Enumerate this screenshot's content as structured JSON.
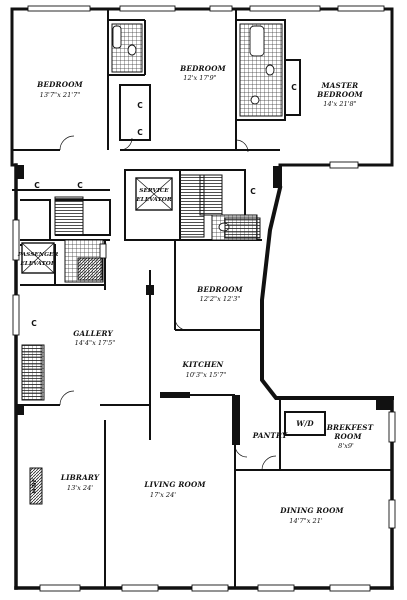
{
  "rooms": {
    "bedroom_left": {
      "name": "BEDROOM",
      "dim": "13'7\"x 21'7\""
    },
    "bedroom_center": {
      "name": "BEDROOM",
      "dim": "12'x 17'9\""
    },
    "master": {
      "name_line1": "MASTER",
      "name_line2": "BEDROOM",
      "dim": "14'x 21'8\""
    },
    "bedroom_mid": {
      "name": "BEDROOM",
      "dim": "12'2\"x 12'3\""
    },
    "gallery": {
      "name": "GALLERY",
      "dim": "14'4\"x 17'5\""
    },
    "kitchen": {
      "name": "KITCHEN",
      "dim": "10'3\"x 15'7\""
    },
    "pantry": {
      "name": "PANTRY"
    },
    "wd": {
      "name": "W/D"
    },
    "breakfast": {
      "name_line1": "BREKFEST",
      "name_line2": "ROOM",
      "dim": "8'x9'"
    },
    "library": {
      "name": "LIBRARY",
      "dim": "13'x 24'"
    },
    "living": {
      "name": "LIVING ROOM",
      "dim": "17'x 24'"
    },
    "dining": {
      "name": "DINING ROOM",
      "dim": "14'7\"x 21'"
    },
    "wbf": {
      "name": "WBF"
    }
  },
  "closet_label": "C",
  "elevators": {
    "passenger": {
      "line1": "PASSENGER",
      "line2": "ELEVATOR"
    },
    "service": {
      "line1": "SERVICE",
      "line2": "ELEVATOR"
    }
  }
}
